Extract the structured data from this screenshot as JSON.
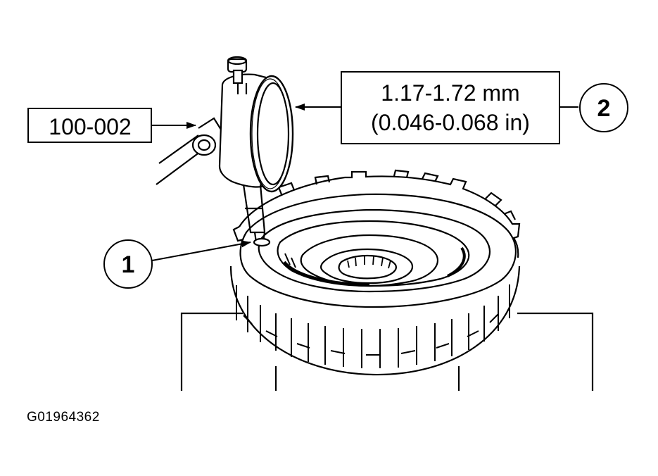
{
  "labels": {
    "tool_number": "100-002",
    "spec_mm": "1.17-1.72 mm",
    "spec_in": "(0.046-0.068 in)",
    "callout_1": "1",
    "callout_2": "2"
  },
  "figure_id": "G01964362"
}
